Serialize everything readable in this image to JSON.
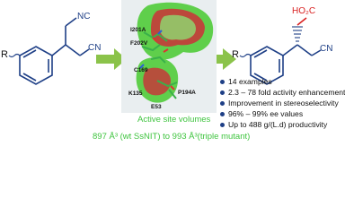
{
  "reactant": {
    "group_r": "R",
    "nitrile_top": "NC",
    "nitrile_right": "CN"
  },
  "product": {
    "group_r": "R",
    "acid": "HO₂C",
    "nitrile_right": "CN"
  },
  "residues": [
    "I201A",
    "F202V",
    "C169",
    "K135",
    "P194A",
    "E53"
  ],
  "active_site": {
    "title": "Active site volumes",
    "range": "897 Å³ (wt SsNIT) to 993 Å³(triple mutant)"
  },
  "features": [
    "14 examples",
    "2.3 – 78 fold activity enhancement",
    "Improvement in stereoselectivity",
    "96% – 99% ee values",
    "Up to 488 g/(L.d) productivity"
  ],
  "colors": {
    "bond": "#1e3f86",
    "nitrile": "#1e3f86",
    "acid": "#d92020",
    "arrow": "#8bc34a",
    "volume_text": "#3ec43e",
    "bullet": "#1e3f86"
  }
}
